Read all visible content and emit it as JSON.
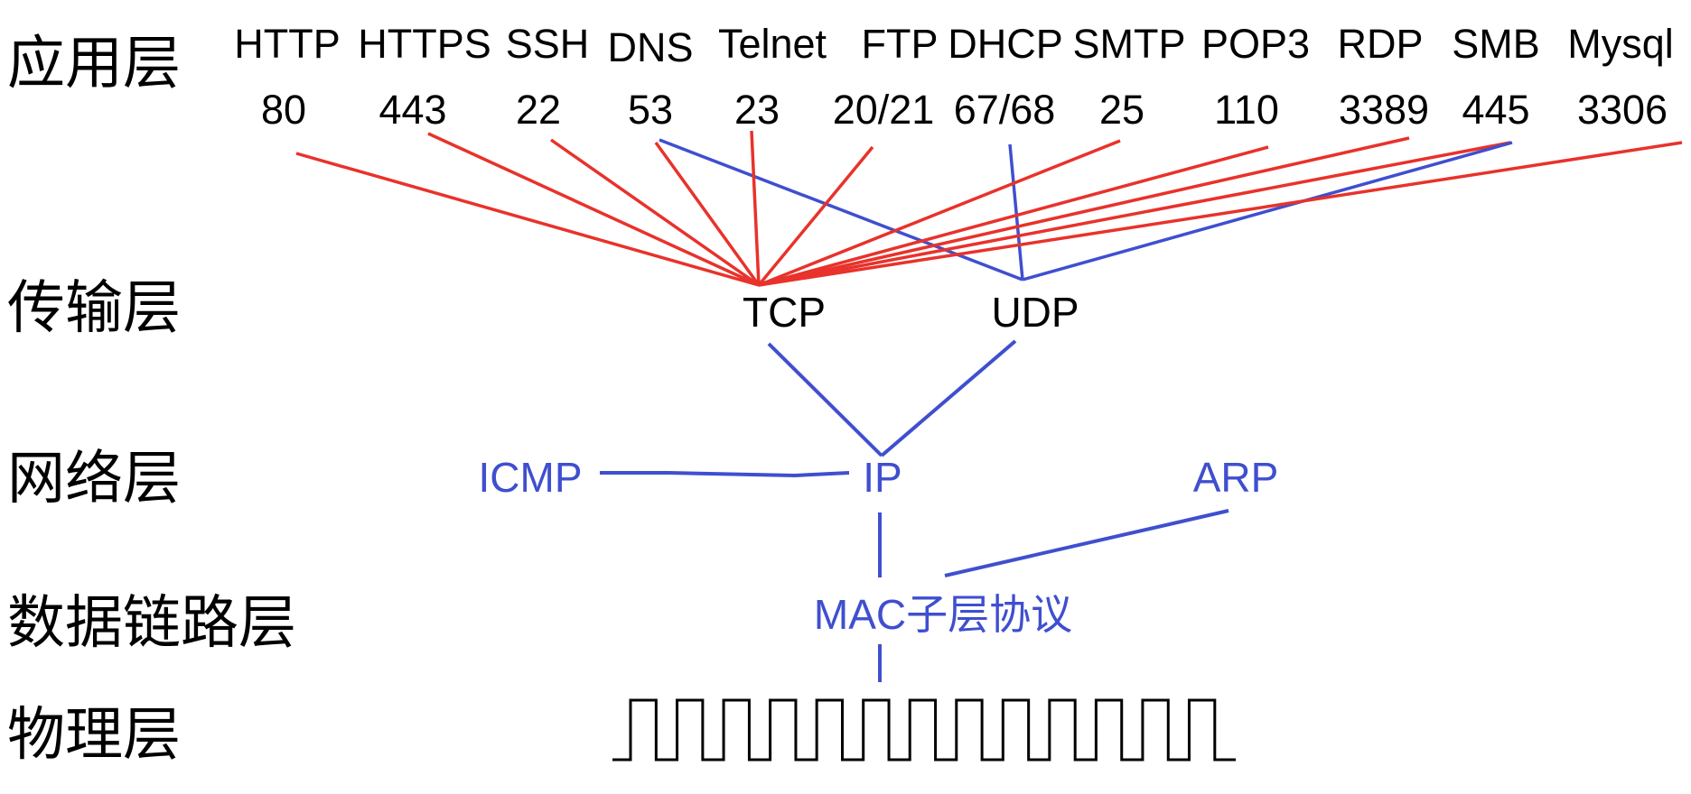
{
  "colors": {
    "tcp_link": "#e8322b",
    "udp_link": "#3f4fcf",
    "blue_node": "#3f4fcf",
    "black_text": "#000000",
    "signal": "#000000"
  },
  "layers": {
    "application": "应用层",
    "transport": "传输层",
    "network": "网络层",
    "datalink": "数据链路层",
    "physical": "物理层"
  },
  "protocols": [
    {
      "name": "HTTP",
      "port": "80",
      "transport": [
        "TCP"
      ]
    },
    {
      "name": "HTTPS",
      "port": "443",
      "transport": [
        "TCP"
      ]
    },
    {
      "name": "SSH",
      "port": "22",
      "transport": [
        "TCP"
      ]
    },
    {
      "name": "DNS",
      "port": "53",
      "transport": [
        "TCP",
        "UDP"
      ]
    },
    {
      "name": "Telnet",
      "port": "23",
      "transport": [
        "TCP"
      ]
    },
    {
      "name": "FTP",
      "port": "20/21",
      "transport": [
        "TCP"
      ]
    },
    {
      "name": "DHCP",
      "port": "67/68",
      "transport": [
        "UDP"
      ]
    },
    {
      "name": "SMTP",
      "port": "25",
      "transport": [
        "TCP"
      ]
    },
    {
      "name": "POP3",
      "port": "110",
      "transport": [
        "TCP"
      ]
    },
    {
      "name": "RDP",
      "port": "3389",
      "transport": [
        "TCP"
      ]
    },
    {
      "name": "SMB",
      "port": "445",
      "transport": [
        "TCP",
        "UDP"
      ]
    },
    {
      "name": "Mysql",
      "port": "3306",
      "transport": [
        "TCP"
      ]
    }
  ],
  "nodes": {
    "tcp": "TCP",
    "udp": "UDP",
    "ip": "IP",
    "icmp": "ICMP",
    "arp": "ARP",
    "mac": "MAC子层协议"
  },
  "physical_signal": {
    "type": "square-wave",
    "pulse_count": 13
  }
}
